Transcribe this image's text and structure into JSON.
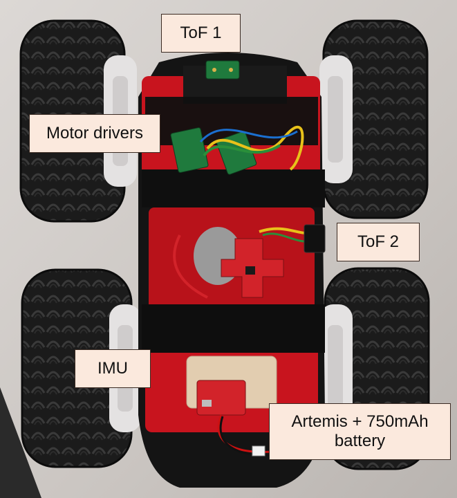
{
  "labels": {
    "tof1": "ToF 1",
    "motor_drivers": "Motor drivers",
    "tof2": "ToF 2",
    "imu": "IMU",
    "artemis": "Artemis + 750mAh\nbattery"
  },
  "colors": {
    "background": "#cfcac6",
    "chassis_black": "#141414",
    "chassis_red": "#c8141e",
    "tire": "#1b1b1b",
    "hub": "#e4e2e2",
    "tape": "#101010",
    "pcb_green": "#1f7a3d",
    "pcb_red": "#d2232a",
    "callout_fill": "#fbe9dd",
    "callout_border": "#3a2a22"
  }
}
